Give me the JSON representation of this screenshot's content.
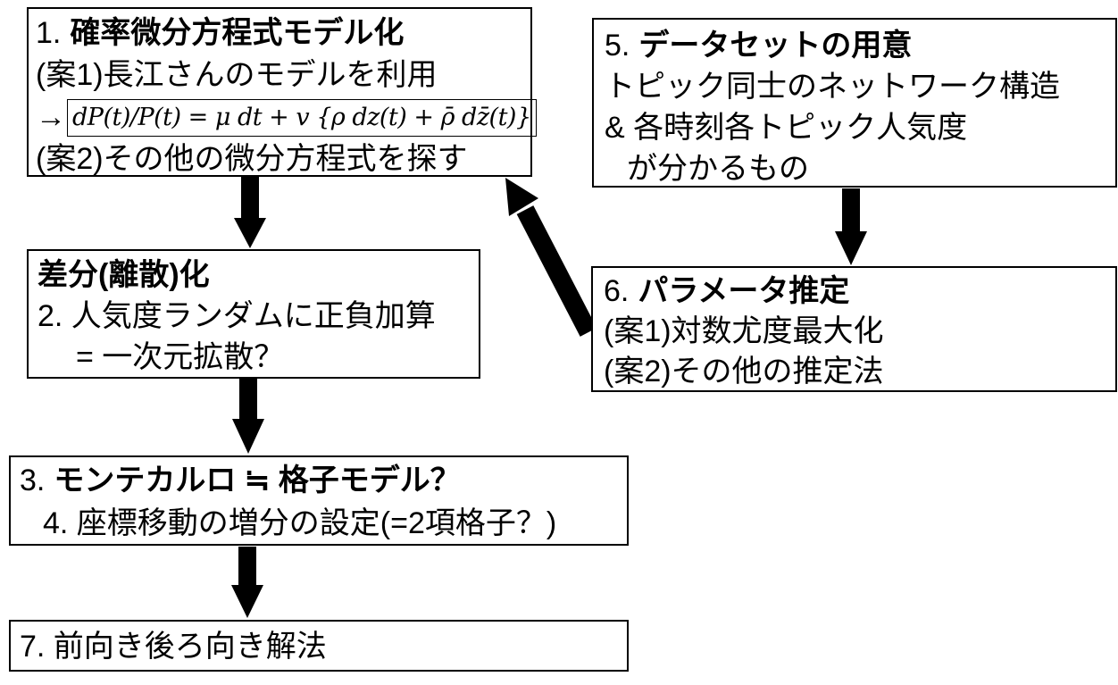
{
  "colors": {
    "background": "#ffffff",
    "text": "#000000",
    "box_border": "#000000",
    "arrow": "#000000"
  },
  "boxes": {
    "sde_model": {
      "number": "1.",
      "title": "確率微分方程式モデル化",
      "alt1": "(案1)長江さんのモデルを利用",
      "formula_prefix": "→",
      "formula": "dP(t)/P(t) = μ dt + v {ρ dz(t) + ρ̄ dz̄(t)}",
      "alt2": "(案2)その他の微分方程式を探す"
    },
    "dataset": {
      "number": "5.",
      "title": "データセットの用意",
      "line1": "トピック同士のネットワーク構造",
      "line2": "& 各時刻各トピック人気度",
      "line3": "が分かるもの"
    },
    "discretization": {
      "title": "差分(離散)化",
      "line1": "2. 人気度ランダムに正負加算",
      "line2": "= 一次元拡散？"
    },
    "param_estimation": {
      "number": "6.",
      "title": "パラメータ推定",
      "line1": "(案1)対数尤度最大化",
      "line2": "(案2)その他の推定法"
    },
    "monte_carlo": {
      "number": "3.",
      "title": "モンテカルロ ≒ 格子モデル？",
      "line1": "4. 座標移動の増分の設定(=2項格子？)"
    },
    "solver": {
      "line1": "7. 前向き後ろ向き解法"
    }
  }
}
